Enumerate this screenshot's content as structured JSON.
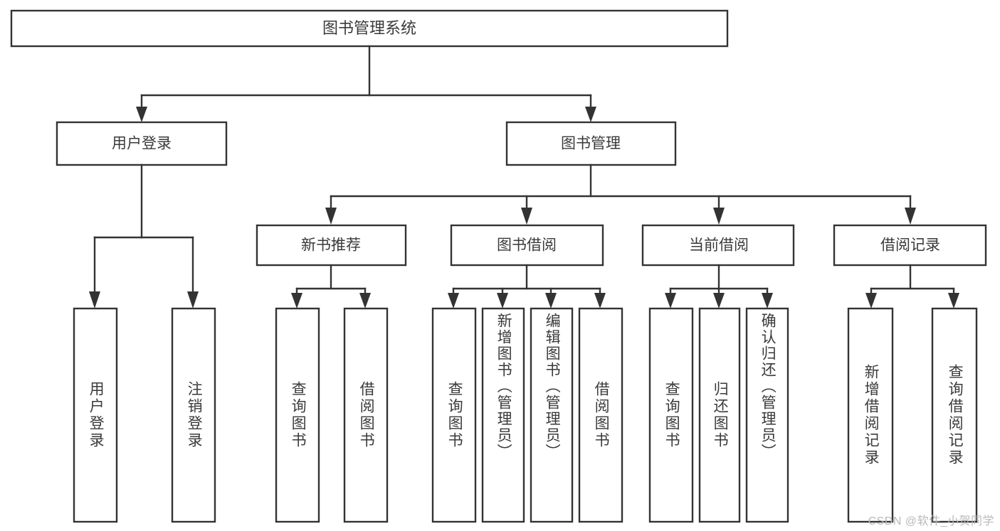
{
  "diagram": {
    "type": "tree",
    "title": "图书管理系统",
    "root": {
      "id": "root",
      "label": "图书管理系统"
    },
    "level2": [
      {
        "id": "user-login",
        "label": "用户登录"
      },
      {
        "id": "book-manage",
        "label": "图书管理"
      }
    ],
    "level3": [
      {
        "id": "new-book-rec",
        "label": "新书推荐",
        "parent": "book-manage"
      },
      {
        "id": "book-borrow",
        "label": "图书借阅",
        "parent": "book-manage"
      },
      {
        "id": "current-borrow",
        "label": "当前借阅",
        "parent": "book-manage"
      },
      {
        "id": "borrow-record",
        "label": "借阅记录",
        "parent": "book-manage"
      }
    ],
    "leaves": [
      {
        "id": "leaf-user-login",
        "label": "用户登录",
        "parent": "user-login"
      },
      {
        "id": "leaf-user-logout",
        "label": "注销登录",
        "parent": "user-login"
      },
      {
        "id": "leaf-query-book-rec",
        "label": "查询图书",
        "parent": "new-book-rec"
      },
      {
        "id": "leaf-borrow-book-rec",
        "label": "借阅图书",
        "parent": "new-book-rec"
      },
      {
        "id": "leaf-query-book-borrow",
        "label": "查询图书",
        "parent": "book-borrow"
      },
      {
        "id": "leaf-add-book",
        "label": "新增图书（管理员）",
        "parent": "book-borrow"
      },
      {
        "id": "leaf-edit-book",
        "label": "编辑图书（管理员）",
        "parent": "book-borrow"
      },
      {
        "id": "leaf-borrow-book",
        "label": "借阅图书",
        "parent": "book-borrow"
      },
      {
        "id": "leaf-query-book-current",
        "label": "查询图书",
        "parent": "current-borrow"
      },
      {
        "id": "leaf-return-book",
        "label": "归还图书",
        "parent": "current-borrow"
      },
      {
        "id": "leaf-confirm-return",
        "label": "确认归还（管理员）",
        "parent": "current-borrow"
      },
      {
        "id": "leaf-add-record",
        "label": "新增借阅记录",
        "parent": "borrow-record"
      },
      {
        "id": "leaf-query-record",
        "label": "查询借阅记录",
        "parent": "borrow-record"
      }
    ],
    "colors": {
      "stroke": "#333333",
      "fill": "#ffffff",
      "text": "#3a3a3a",
      "watermark": "#b9b9b9"
    }
  },
  "watermark": {
    "text": "CSDN @软件_小贺同学"
  }
}
